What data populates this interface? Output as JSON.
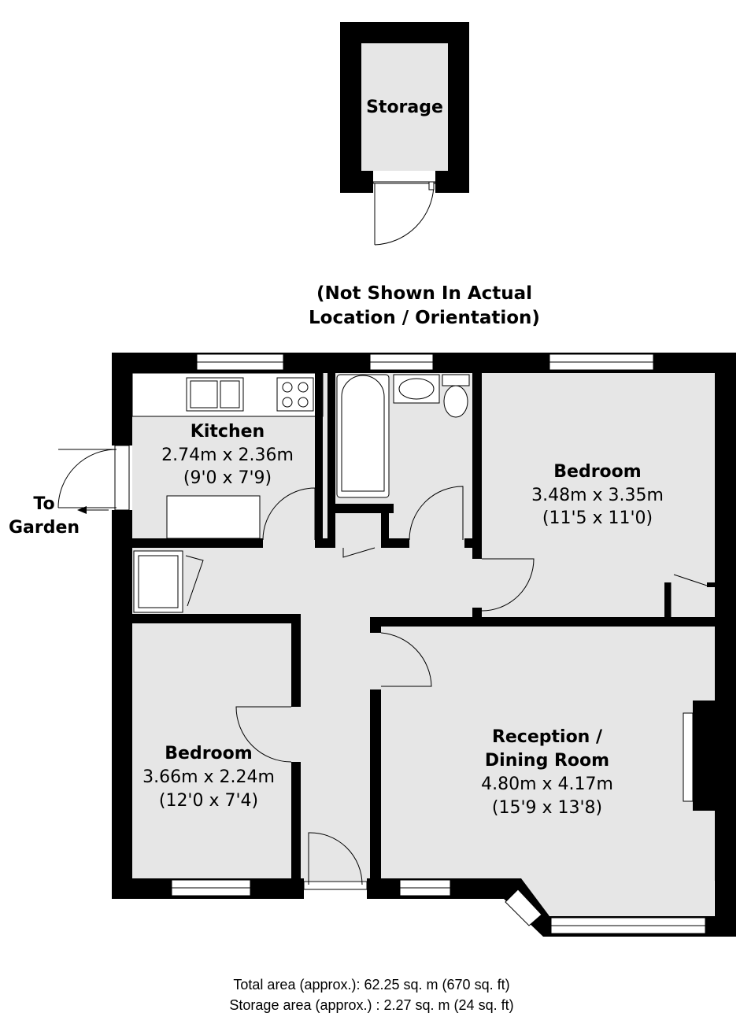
{
  "storage": {
    "name": "Storage"
  },
  "note": {
    "line1": "(Not Shown In Actual",
    "line2": "Location / Orientation)"
  },
  "garden": {
    "line1": "To",
    "line2": "Garden"
  },
  "kitchen": {
    "name": "Kitchen",
    "metric": "2.74m x 2.36m",
    "imperial": "(9'0 x 7'9)"
  },
  "bedroom_right": {
    "name": "Bedroom",
    "metric": "3.48m x 3.35m",
    "imperial": "(11'5 x 11'0)"
  },
  "bedroom_left": {
    "name": "Bedroom",
    "metric": "3.66m x 2.24m",
    "imperial": "(12'0 x 7'4)"
  },
  "reception": {
    "name_line1": "Reception /",
    "name_line2": "Dining Room",
    "metric": "4.80m x 4.17m",
    "imperial": "(15'9 x 13'8)"
  },
  "footer": {
    "total": "Total area (approx.): 62.25 sq. m (670 sq. ft)",
    "storage": "Storage area (approx.) : 2.27 sq. m (24 sq. ft)"
  },
  "colors": {
    "wall": "#000000",
    "floor": "#e6e6e6",
    "background": "#ffffff"
  }
}
